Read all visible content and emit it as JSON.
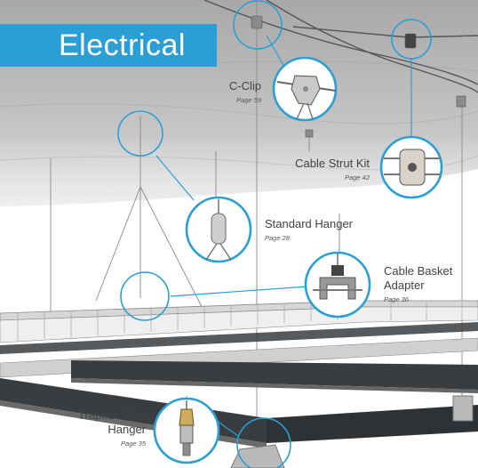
{
  "header": {
    "title": "Electrical"
  },
  "callouts": [
    {
      "id": "c-clip",
      "name": "C-Clip",
      "page": "Page 59"
    },
    {
      "id": "cable-strut-kit",
      "name": "Cable Strut Kit",
      "page": "Page 42"
    },
    {
      "id": "standard-hanger",
      "name": "Standard Hanger",
      "page": "Page 28"
    },
    {
      "id": "cable-basket-adapter",
      "name_line1": "Cable Basket",
      "name_line2": "Adapter",
      "page": "Page 36"
    },
    {
      "id": "trapeze-plus-hanger",
      "name_line1": "Trapeze Plus",
      "name_line2": "Hanger",
      "page": "Page 35"
    }
  ],
  "colors": {
    "accent": "#2a9fd6",
    "circle_fill": "#ffffff",
    "concrete": "#b9b9b9",
    "rail": "#3a3d40"
  }
}
